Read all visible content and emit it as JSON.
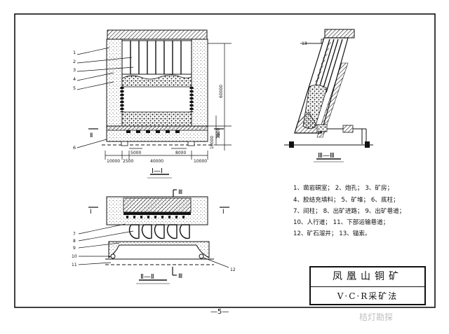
{
  "views": {
    "section_1": {
      "caption": "I—I",
      "callouts": [
        "1",
        "2",
        "3",
        "4",
        "5",
        "6"
      ],
      "dims": {
        "total_height": "60000",
        "sub_height_a": "7500",
        "sub_height_b": "10000",
        "left_pillar": "10000",
        "left_small": "2500",
        "center_width": "40000",
        "right_pillar": "10000",
        "inner_a": "5000",
        "inner_b": "8000"
      },
      "section_markers": [
        "Ⅱ",
        "Ⅱ"
      ]
    },
    "section_2": {
      "caption": "Ⅱ—Ⅱ",
      "callouts": [
        "7",
        "8",
        "9",
        "10",
        "11",
        "12"
      ],
      "section_markers": [
        "Ⅰ",
        "Ⅰ",
        "Ⅲ",
        "Ⅲ"
      ]
    },
    "section_3": {
      "caption": "Ⅲ—Ⅲ",
      "callouts": [
        "13"
      ]
    }
  },
  "legend": [
    "1、凿岩硐室； 2、炮孔； 3、矿房；",
    "4、胶结充填料； 5、矿堆； 6、底柱；",
    "7、间柱； 8、出矿进路； 9、出矿巷道；",
    "10、人行道； 11、下部运输巷道；",
    "12、矿石溜井； 13、锚索。"
  ],
  "title_block": {
    "title": "凤凰山铜矿",
    "method": "V·C·R采矿法"
  },
  "page_number": "—5—",
  "watermark": "桔灯勘探"
}
